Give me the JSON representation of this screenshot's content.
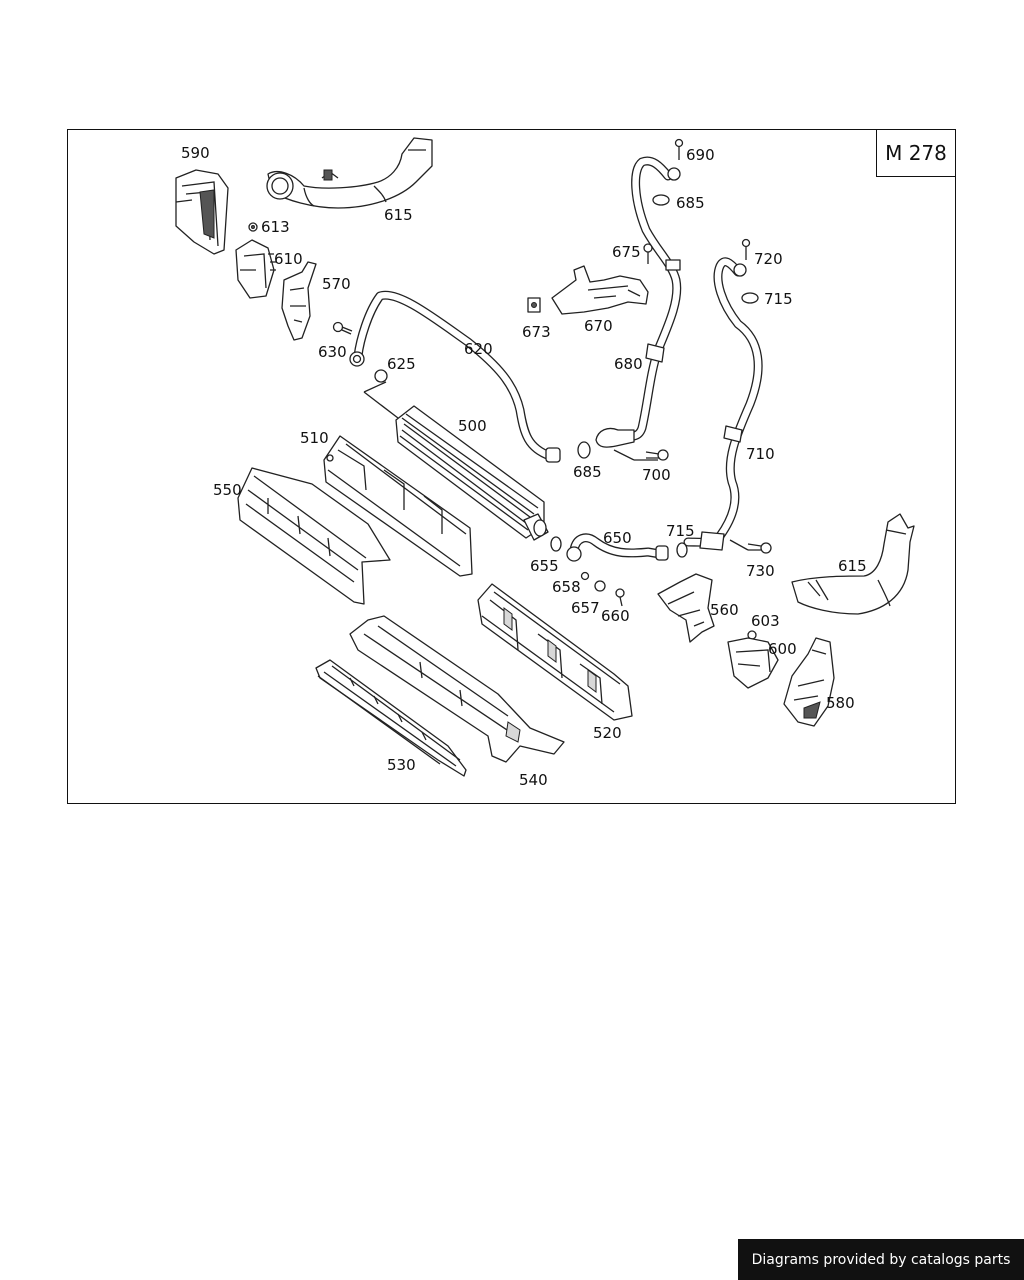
{
  "diagram": {
    "model_code": "M 278",
    "callouts": [
      {
        "id": "c590",
        "text": "590"
      },
      {
        "id": "c615a",
        "text": "615"
      },
      {
        "id": "c613",
        "text": "613"
      },
      {
        "id": "c610",
        "text": "610"
      },
      {
        "id": "c570",
        "text": "570"
      },
      {
        "id": "c630",
        "text": "630"
      },
      {
        "id": "c625",
        "text": "625"
      },
      {
        "id": "c620",
        "text": "620"
      },
      {
        "id": "c690",
        "text": "690"
      },
      {
        "id": "c685a",
        "text": "685"
      },
      {
        "id": "c675",
        "text": "675"
      },
      {
        "id": "c720",
        "text": "720"
      },
      {
        "id": "c715a",
        "text": "715"
      },
      {
        "id": "c673",
        "text": "673"
      },
      {
        "id": "c670",
        "text": "670"
      },
      {
        "id": "c680",
        "text": "680"
      },
      {
        "id": "c500",
        "text": "500"
      },
      {
        "id": "c510",
        "text": "510"
      },
      {
        "id": "c685b",
        "text": "685"
      },
      {
        "id": "c700",
        "text": "700"
      },
      {
        "id": "c710",
        "text": "710"
      },
      {
        "id": "c550",
        "text": "550"
      },
      {
        "id": "c650",
        "text": "650"
      },
      {
        "id": "c715b",
        "text": "715"
      },
      {
        "id": "c655",
        "text": "655"
      },
      {
        "id": "c730",
        "text": "730"
      },
      {
        "id": "c615b",
        "text": "615"
      },
      {
        "id": "c658",
        "text": "658"
      },
      {
        "id": "c657",
        "text": "657"
      },
      {
        "id": "c660",
        "text": "660"
      },
      {
        "id": "c560",
        "text": "560"
      },
      {
        "id": "c603",
        "text": "603"
      },
      {
        "id": "c600",
        "text": "600"
      },
      {
        "id": "c580",
        "text": "580"
      },
      {
        "id": "c520",
        "text": "520"
      },
      {
        "id": "c530",
        "text": "530"
      },
      {
        "id": "c540",
        "text": "540"
      }
    ]
  },
  "footer": {
    "text": "Diagrams provided by catalogs parts"
  }
}
